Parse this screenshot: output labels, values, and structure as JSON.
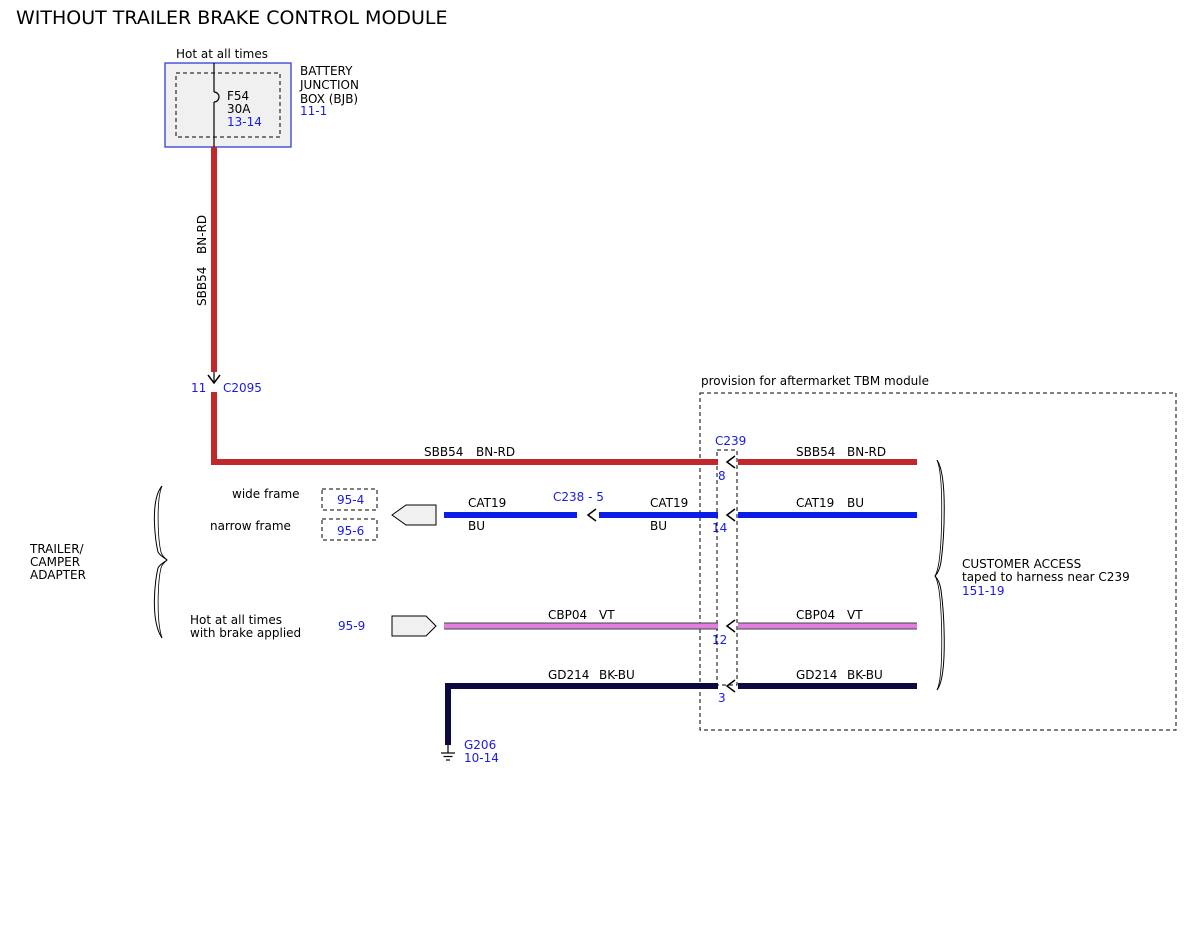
{
  "title": "WITHOUT TRAILER BRAKE CONTROL MODULE",
  "bjb": {
    "caption": "Hot at all times",
    "name_lines": [
      "BATTERY",
      "JUNCTION",
      "BOX (BJB)"
    ],
    "ref": "11-1",
    "fuse_id": "F54",
    "fuse_rating": "30A",
    "fuse_ref": "13-14"
  },
  "vertical_wire": {
    "circuit": "SBB54",
    "color": "BN-RD"
  },
  "c2095": {
    "pin": "11",
    "name": "C2095"
  },
  "tbm_provision": {
    "label": "provision for aftermarket TBM module"
  },
  "c239": {
    "name": "C239",
    "pins": [
      "8",
      "14",
      "12",
      "3"
    ]
  },
  "wires": {
    "sbb54_left": {
      "circuit": "SBB54",
      "color": "BN-RD"
    },
    "sbb54_right": {
      "circuit": "SBB54",
      "color": "BN-RD"
    },
    "cat19_far": {
      "circuit": "CAT19",
      "color": "BU"
    },
    "cat19_mid": {
      "circuit": "CAT19",
      "color": "BU"
    },
    "cat19_right": {
      "circuit": "CAT19",
      "color": "BU"
    },
    "cbp04_left": {
      "circuit": "CBP04",
      "color": "VT"
    },
    "cbp04_right": {
      "circuit": "CBP04",
      "color": "VT"
    },
    "gd214_left": {
      "circuit": "GD214",
      "color": "BK-BU"
    },
    "gd214_right": {
      "circuit": "GD214",
      "color": "BK-BU"
    }
  },
  "c238": {
    "label": "C238 - 5"
  },
  "trailer": {
    "label_lines": [
      "TRAILER/",
      "CAMPER",
      "ADAPTER"
    ],
    "wide_frame": "wide frame",
    "wide_ref": "95-4",
    "narrow_frame": "narrow frame",
    "narrow_ref": "95-6",
    "hot_lines": [
      "Hot at all times",
      "with brake applied"
    ],
    "hot_ref": "95-9"
  },
  "customer_access": {
    "title": "CUSTOMER ACCESS",
    "note": "taped to harness near C239",
    "ref": "151-19"
  },
  "ground": {
    "name": "G206",
    "ref": "10-14"
  },
  "colors": {
    "bn_rd": "#c0282a",
    "bu": "#0a1ee6",
    "vt": "#e27ee0",
    "bk_bu": "#0a0a40",
    "ref_blue": "#1a1ae6",
    "bjb_border": "#2f3fd0",
    "bjb_fill": "#f0f0f0"
  }
}
